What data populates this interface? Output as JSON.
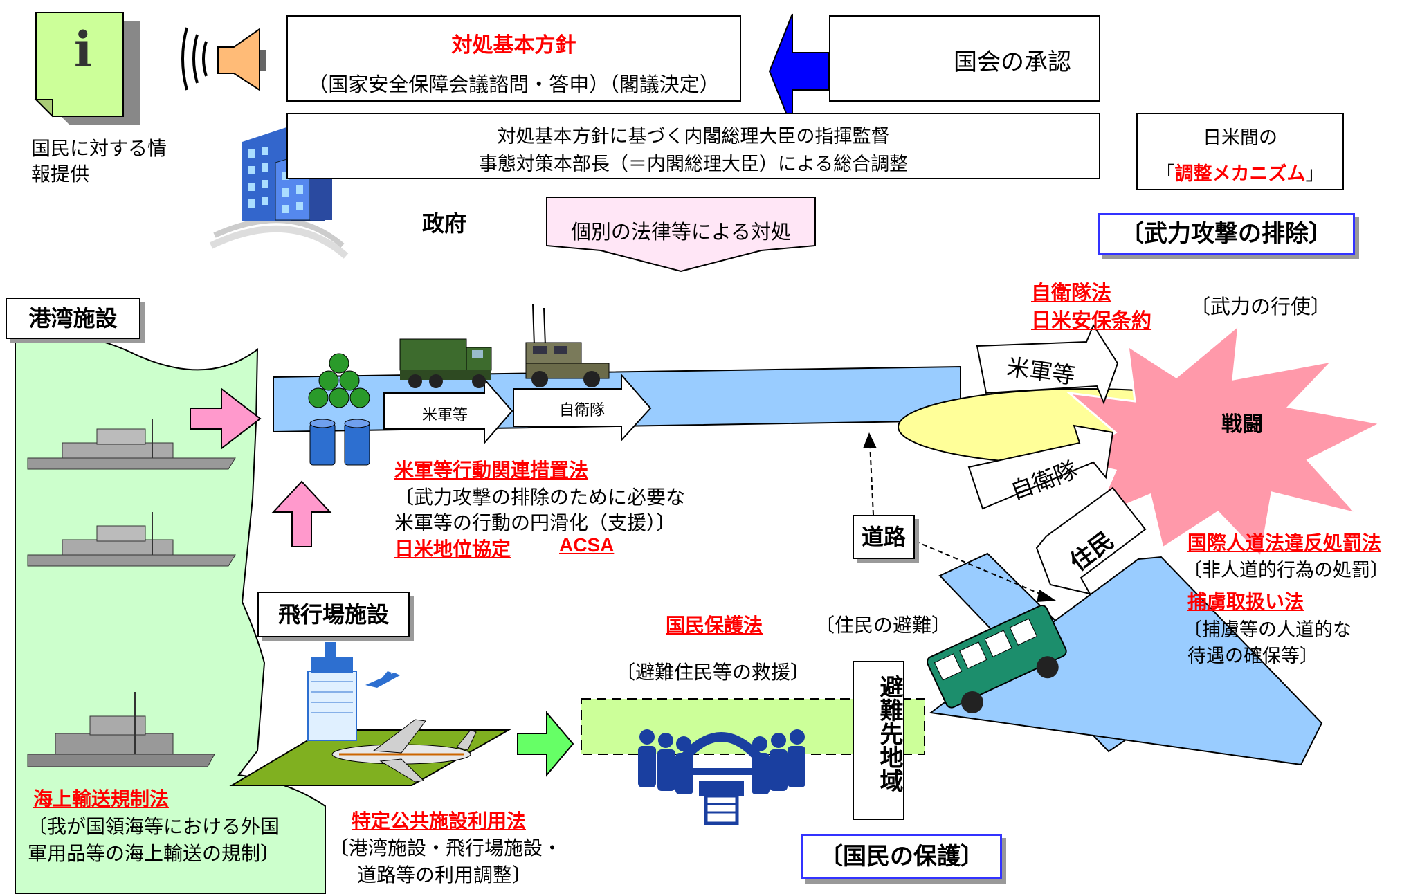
{
  "top": {
    "policy_title": "対処基本方針",
    "policy_sub": "（国家安全保障会議諮問・答申）（閣議決定）",
    "diet_approval": "国会の承認",
    "pm_line1": "対処基本方針に基づく内閣総理大臣の指揮監督",
    "pm_line2": "事態対策本部長（＝内閣総理大臣）による総合調整",
    "govt_label": "政府",
    "individual_laws": "個別の法律等による対処",
    "info_provision": [
      "国民に対する情",
      "報提供"
    ],
    "info_icon_letter": "i",
    "coord_line1": "日米間の",
    "coord_bracket_open": "「",
    "coord_mechanism": "調整メカニズム",
    "coord_bracket_close": "」",
    "repel_attack": "〔武力攻撃の排除〕"
  },
  "middle": {
    "port_facilities": "港湾施設",
    "jsdf_act": "自衛隊法",
    "security_treaty": "日米安保条約",
    "use_of_force": "〔武力の行使〕",
    "us_forces_big": "米軍等",
    "sdf_big": "自衛隊",
    "combat": "戦闘",
    "us_forces_small": "米軍等",
    "sdf_small": "自衛隊",
    "us_action_law": "米軍等行動関連措置法",
    "us_action_desc": [
      "〔武力攻撃の排除のために必要な",
      "米軍等の行動の円滑化（支援）〕"
    ],
    "sofa": "日米地位協定",
    "acsa": "ACSA",
    "road": "道路",
    "residents": "住民",
    "ihl_law": "国際人道法違反処罰法",
    "ihl_desc": "〔非人道的行為の処罰〕",
    "pow_law": "捕虜取扱い法",
    "pow_desc": [
      "〔捕虜等の人道的な",
      "待遇の確保等〕"
    ]
  },
  "bottom": {
    "airport_facilities": "飛行場施設",
    "civil_protection_law": "国民保護法",
    "evacuation": "〔住民の避難〕",
    "relief": "〔避難住民等の救援〕",
    "evac_area": "避難先地域",
    "maritime_law": "海上輸送規制法",
    "maritime_desc": [
      "〔我が国領海等における外国",
      "軍用品等の海上輸送の規制〕"
    ],
    "public_facility_law": "特定公共施設利用法",
    "public_facility_desc": [
      "〔港湾施設・飛行場施設・",
      "道路等の利用調整〕"
    ],
    "protect_citizens": "〔国民の保護〕"
  },
  "colors": {
    "law_red": "#ff0000",
    "sea_green": "#ccffcc",
    "road_blue": "#99ccff",
    "battle_pink": "#ff99aa",
    "pink_box": "#ffe6f6",
    "frame_blue": "#3333ff",
    "arrow_blue": "#0000ff",
    "arrow_pink": "#ff99cc",
    "arrow_green": "#66ff66",
    "oval_yellow": "#ffff99",
    "bus_green": "#1c8e6c"
  }
}
